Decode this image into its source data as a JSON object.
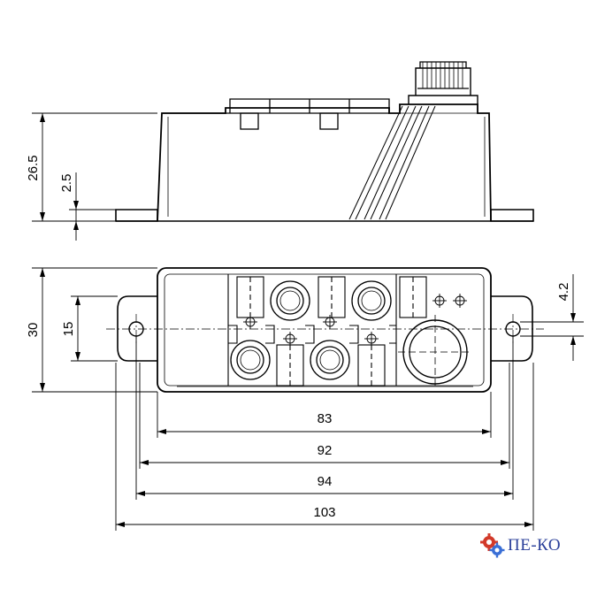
{
  "dimensions": {
    "height_total": "26.5",
    "flange_thickness": "2.5",
    "width_total": "30",
    "hole_spacing_vertical": "15",
    "hole_diameter": "4.2",
    "body_length": "83",
    "hole_spacing": "92",
    "flange_inner": "94",
    "overall_length": "103"
  },
  "logo": {
    "text": "ПЕ-КО"
  },
  "colors": {
    "line": "#000000",
    "logo_text": "#2a3f9a",
    "gear_red": "#d23a2a",
    "gear_blue": "#3a6fd6"
  }
}
